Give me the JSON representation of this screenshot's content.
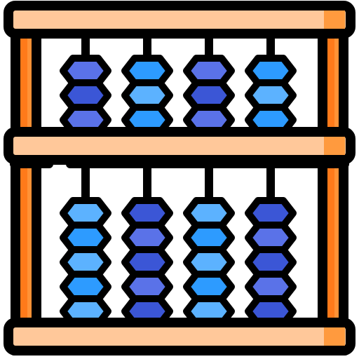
{
  "icon": {
    "name": "abacus-icon",
    "colors": {
      "outline": "#000000",
      "frame_orange": "#FF9236",
      "frame_orange_dark": "#FF7A1A",
      "bar_light": "#FFC89A",
      "bar_shade": "#FF9A3E",
      "background": "#FFFFFF",
      "bead_dark_blue": "#3B56D6",
      "bead_mid_blue": "#5A72E8",
      "bead_bright_blue": "#2D9BFF",
      "bead_light_blue": "#5CB2FF"
    },
    "upper_deck": {
      "rods": [
        {
          "beads": [
            "bead_mid_blue",
            "bead_dark_blue",
            "bead_mid_blue"
          ]
        },
        {
          "beads": [
            "bead_bright_blue",
            "bead_light_blue",
            "bead_bright_blue"
          ]
        },
        {
          "beads": [
            "bead_mid_blue",
            "bead_dark_blue",
            "bead_mid_blue"
          ]
        },
        {
          "beads": [
            "bead_bright_blue",
            "bead_light_blue",
            "bead_bright_blue"
          ]
        }
      ]
    },
    "lower_deck": {
      "rods": [
        {
          "beads": [
            "bead_light_blue",
            "bead_bright_blue",
            "bead_light_blue",
            "bead_bright_blue",
            "bead_light_blue"
          ]
        },
        {
          "beads": [
            "bead_dark_blue",
            "bead_mid_blue",
            "bead_dark_blue",
            "bead_mid_blue",
            "bead_dark_blue"
          ]
        },
        {
          "beads": [
            "bead_light_blue",
            "bead_bright_blue",
            "bead_light_blue",
            "bead_bright_blue",
            "bead_light_blue"
          ]
        },
        {
          "beads": [
            "bead_dark_blue",
            "bead_mid_blue",
            "bead_dark_blue",
            "bead_mid_blue",
            "bead_dark_blue"
          ]
        }
      ]
    }
  }
}
